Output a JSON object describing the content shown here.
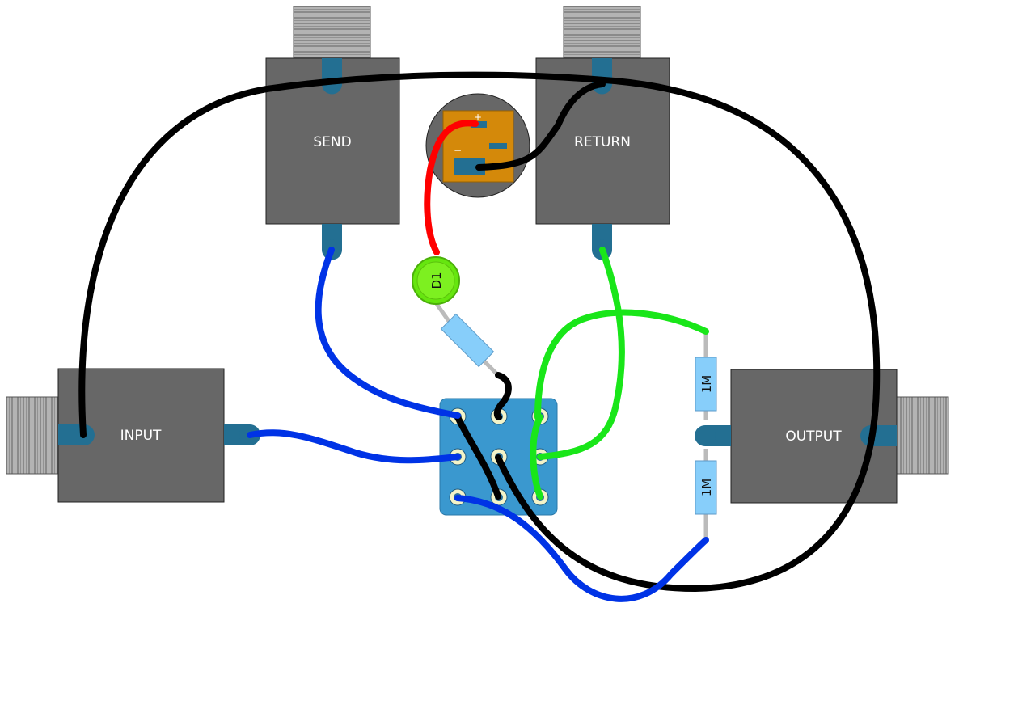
{
  "diagram": {
    "jacks": {
      "send": {
        "label": "SEND"
      },
      "return": {
        "label": "RETURN"
      },
      "input": {
        "label": "INPUT"
      },
      "output": {
        "label": "OUTPUT"
      }
    },
    "led": {
      "label": "D1"
    },
    "resistors": [
      {
        "label": "1M"
      },
      {
        "label": "1M"
      }
    ],
    "dc_jack": {
      "plus_symbol": "+",
      "minus_symbol": "−"
    },
    "switch": {
      "type": "3PDT",
      "lugs": 9
    },
    "wire_colors": {
      "black": "#000000",
      "blue": "#0033e6",
      "green": "#19e619",
      "red": "#ff0000"
    },
    "colors": {
      "jack_body": "#676767",
      "lug": "#236f92",
      "switch_body": "#3a98cf",
      "dc_jack_plate": "#d4890a",
      "led": "#66e60f",
      "resistor": "#87cefa"
    }
  }
}
